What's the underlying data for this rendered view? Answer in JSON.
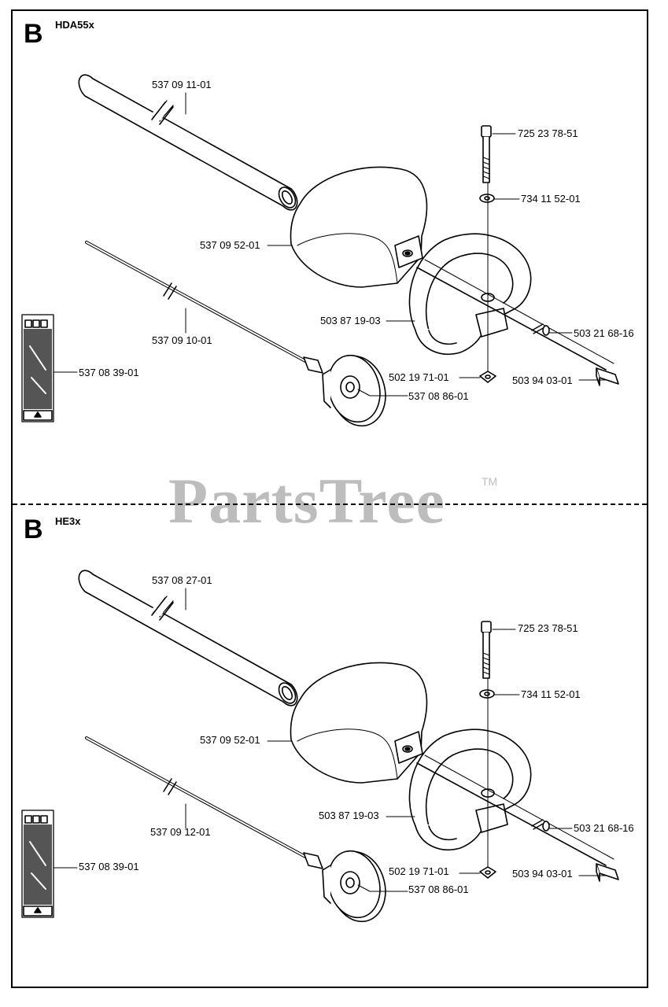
{
  "watermark": {
    "text": "PartsTree",
    "tm": "TM"
  },
  "sections": [
    {
      "letter": "B",
      "model": "HDA55x",
      "parts": {
        "tube": "537 09 11-01",
        "bolt": "725 23 78-51",
        "washer": "734 11 52-01",
        "guard": "537 09 52-01",
        "handle": "503 87 19-03",
        "screw": "503 21 68-16",
        "shaft": "537 09 10-01",
        "decal": "537 08 39-01",
        "nut": "502 19 71-01",
        "clamp": "503 94 03-01",
        "cover": "537 08 86-01"
      }
    },
    {
      "letter": "B",
      "model": "HE3x",
      "parts": {
        "tube": "537 08 27-01",
        "bolt": "725 23 78-51",
        "washer": "734 11 52-01",
        "guard": "537 09 52-01",
        "handle": "503 87 19-03",
        "screw": "503 21 68-16",
        "shaft": "537 09 12-01",
        "decal": "537 08 39-01",
        "nut": "502 19 71-01",
        "clamp": "503 94 03-01",
        "cover": "537 08 86-01"
      }
    }
  ]
}
